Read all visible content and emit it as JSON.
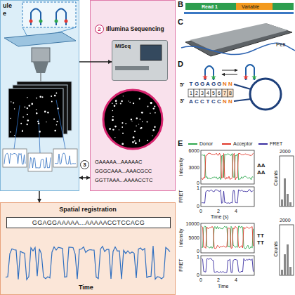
{
  "diagram": {
    "nodes": [
      {
        "text": [
          "ule",
          "e"
        ]
      },
      {
        "text": [
          "Illumina Sequencing",
          "GAAAAA...AAAAAC",
          "GGGCAAA...AAACGCC",
          "GGTTAAA...AAAACCTC"
        ]
      },
      {
        "text": [
          "2"
        ],
        "in": 1
      },
      {
        "text": [
          "MiSeq"
        ],
        "in": 1
      },
      {
        "text": [
          "3"
        ]
      },
      {
        "text": [
          "Spatial registration"
        ]
      },
      {
        "text": [
          "GGAGGAAAAA...AAAAACCTCCACG"
        ],
        "in": 5
      }
    ],
    "edges": [
      {
        "from": 0,
        "to": 3,
        "arrow": "to"
      },
      {
        "from": 0,
        "to": 1,
        "arrow": "both"
      },
      {
        "from": 0,
        "to": 5,
        "arrow": "to"
      }
    ],
    "labels": [
      "Time",
      "B",
      "Read 1",
      "Variable",
      "C",
      "Pell",
      "D",
      "5'",
      "3'",
      "T",
      "G",
      "G",
      "A",
      "G",
      "G",
      "N",
      "N",
      "1",
      "2",
      "3",
      "4",
      "5",
      "6",
      "7",
      "8",
      "A",
      "C",
      "C",
      "T",
      "C",
      "C",
      "N",
      "N",
      "E",
      "Intensity",
      "6000",
      "3000",
      "0",
      "FRET",
      "1",
      "0",
      "0",
      "2",
      "4",
      "Time (s)",
      "AA",
      "AA",
      "Counts",
      "2000",
      "Intensity",
      "10000",
      "5000",
      "0",
      "FRET",
      "1",
      "0",
      "0",
      "2",
      "4",
      "Time",
      "TT",
      "TT",
      "Counts",
      "2000"
    ],
    "legend": [
      {
        "text": "Donor"
      },
      {
        "text": "Acceptor"
      },
      {
        "text": "FRET"
      }
    ]
  }
}
